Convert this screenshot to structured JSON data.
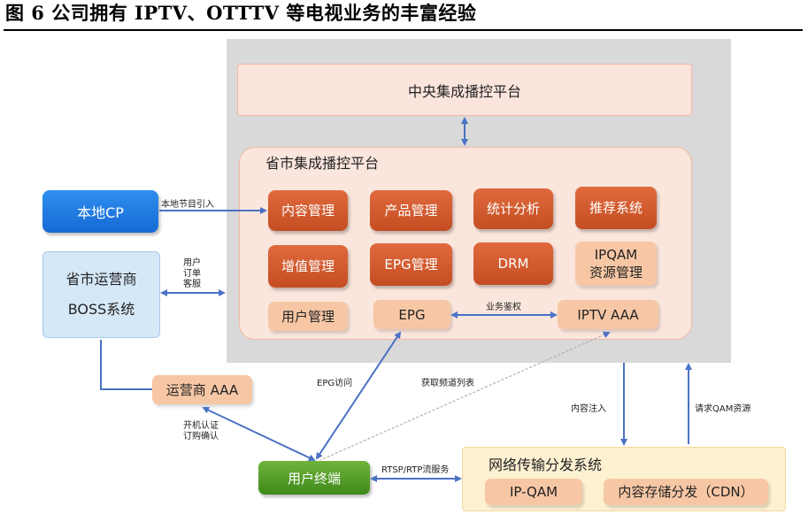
{
  "figure_title": "图 6 公司拥有 IPTV、OTTTV 等电视业务的丰富经验",
  "central_platform": "中央集成播控平台",
  "provincial_platform": {
    "title": "省市集成播控平台",
    "row1": [
      "内容管理",
      "产品管理",
      "统计分析",
      "推荐系统"
    ],
    "row2": [
      "增值管理",
      "EPG管理",
      "DRM"
    ],
    "ipqam": [
      "IPQAM",
      "资源管理"
    ],
    "user_mgmt": "用户管理",
    "epg": "EPG",
    "iptv_aaa": "IPTV AAA"
  },
  "local_cp": "本地CP",
  "boss": [
    "省市运营商",
    "BOSS系统"
  ],
  "operator_aaa": "运营商 AAA",
  "user_terminal": "用户终端",
  "network": {
    "title": "网络传输分发系统",
    "ipqam": "IP-QAM",
    "cdn": "内容存储分发（CDN）"
  },
  "labels": {
    "local_program_import": "本地节目引入",
    "user_order_service": [
      "用户",
      "订单",
      "客服"
    ],
    "service_auth": "业务鉴权",
    "epg_access": "EPG访问",
    "get_channel_list": "获取频道列表",
    "boot_auth": [
      "开机认证",
      "订购确认"
    ],
    "rtsp_service": "RTSP/RTP流服务",
    "content_injection": "内容注入",
    "request_qam": "请求QAM资源"
  },
  "colors": {
    "arrow": "#4a72c4",
    "dark_orange": "#d55a2f",
    "light_orange": "#f7c7a5",
    "blue": "#1f7be0",
    "green": "#52a028"
  }
}
